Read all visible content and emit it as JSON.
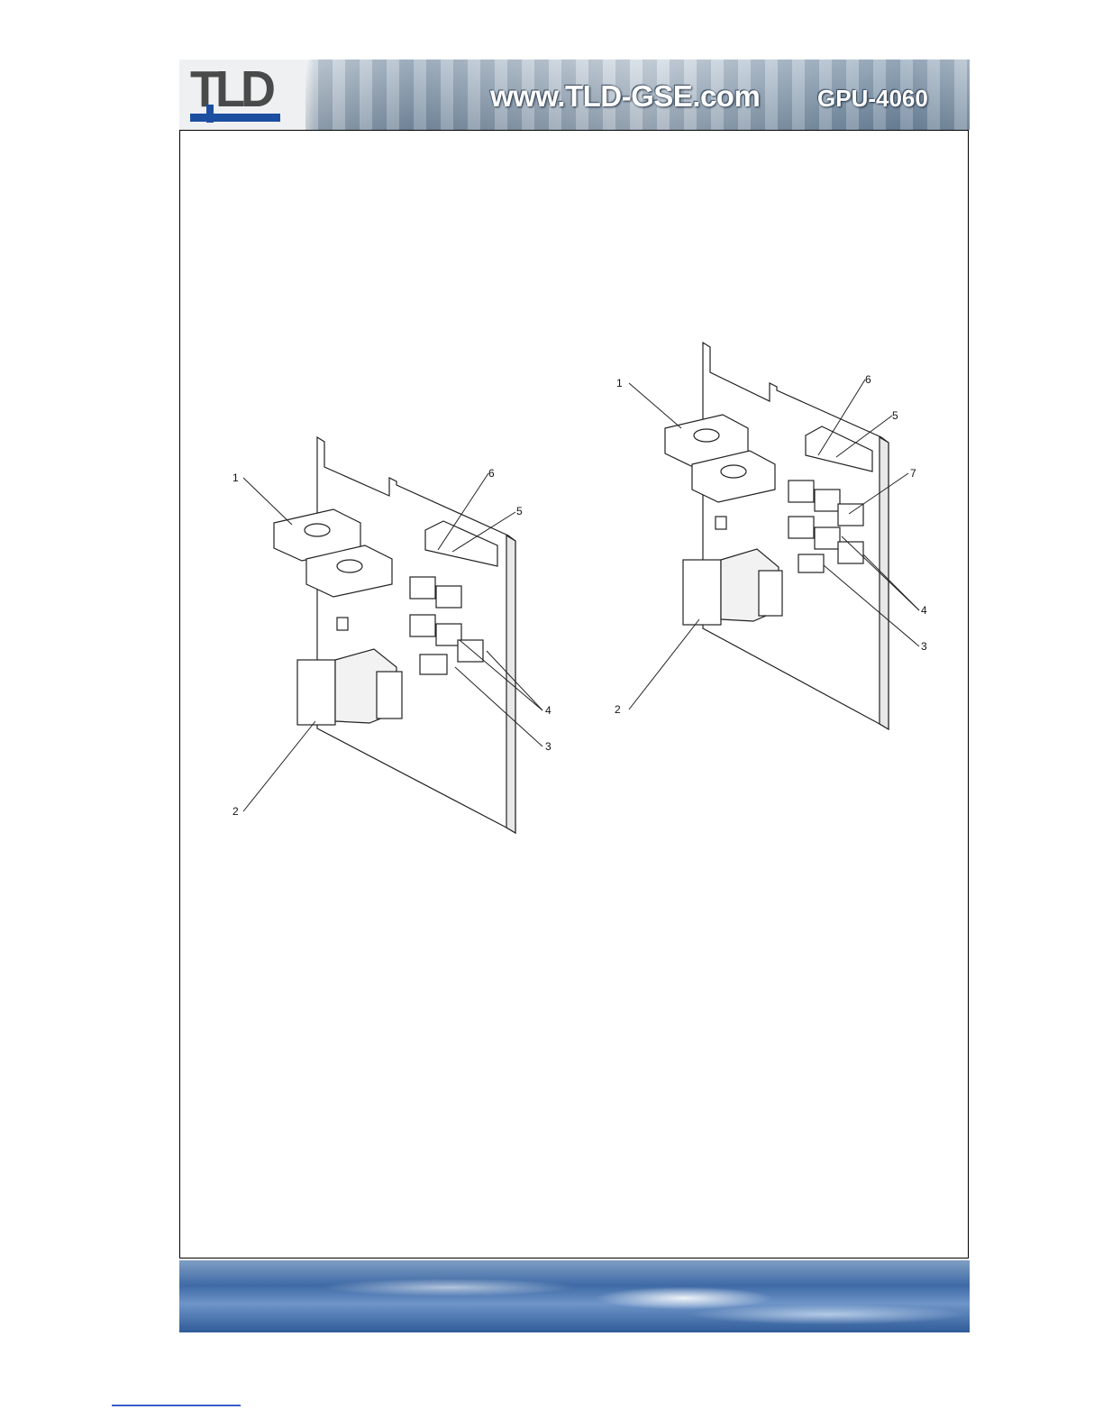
{
  "header": {
    "logo_text": "TLD",
    "website": "www.TLD-GSE.com",
    "model": "GPU-4060"
  },
  "left_drawing": {
    "callouts": [
      "1",
      "2",
      "3",
      "4",
      "5",
      "6"
    ]
  },
  "right_drawing": {
    "callouts": [
      "1",
      "2",
      "3",
      "4",
      "5",
      "6",
      "7"
    ]
  }
}
